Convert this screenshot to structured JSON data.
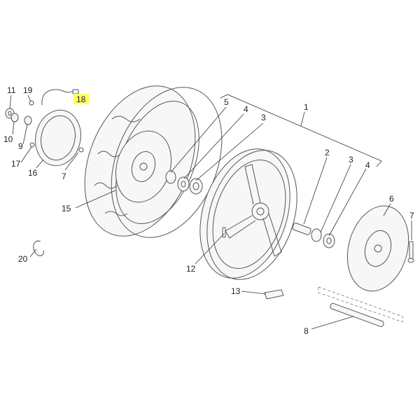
{
  "diagram": {
    "highlight_color": "#ffff66",
    "line_color": "#555555",
    "callouts": [
      {
        "id": "11",
        "label": "11"
      },
      {
        "id": "19",
        "label": "19"
      },
      {
        "id": "18",
        "label": "18",
        "highlighted": true
      },
      {
        "id": "10",
        "label": "10"
      },
      {
        "id": "9",
        "label": "9"
      },
      {
        "id": "17",
        "label": "17"
      },
      {
        "id": "16",
        "label": "16"
      },
      {
        "id": "7a",
        "label": "7"
      },
      {
        "id": "15",
        "label": "15"
      },
      {
        "id": "20",
        "label": "20"
      },
      {
        "id": "5",
        "label": "5"
      },
      {
        "id": "4a",
        "label": "4"
      },
      {
        "id": "3a",
        "label": "3"
      },
      {
        "id": "1",
        "label": "1"
      },
      {
        "id": "2",
        "label": "2"
      },
      {
        "id": "3b",
        "label": "3"
      },
      {
        "id": "4b",
        "label": "4"
      },
      {
        "id": "6",
        "label": "6"
      },
      {
        "id": "7b",
        "label": "7"
      },
      {
        "id": "12",
        "label": "12"
      },
      {
        "id": "13",
        "label": "13"
      },
      {
        "id": "8",
        "label": "8"
      }
    ]
  }
}
